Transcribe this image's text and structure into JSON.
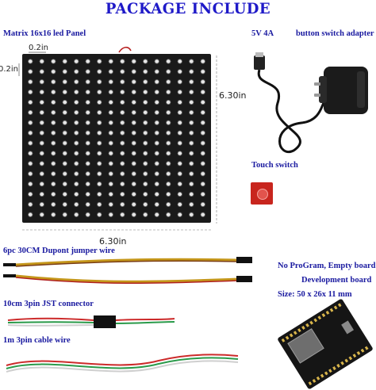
{
  "title": "PACKAGE INCLUDE",
  "labels": {
    "panel": "Matrix 16x16 led Panel",
    "adapter_voltage": "5V 4A",
    "adapter": "button switch adapter",
    "touch": "Touch switch",
    "jumper": "6pc  30CM  Dupont jumper wire",
    "board_line1": "No ProGram, Empty board",
    "board_line2": "Development board",
    "board_size": "Size: 50 x 26x 11 mm",
    "jst": "10cm 3pin JST connector",
    "cable": "1m 3pin cable wire"
  },
  "dimensions": {
    "pitch_h": "0.2in",
    "pitch_v": "0.2in",
    "height": "6.30in",
    "width": "6.30in"
  },
  "colors": {
    "title": "#1f1ac8",
    "label": "#1a1aa0",
    "touch_pad": "#c8251e"
  },
  "icons": [
    "led-matrix-panel",
    "power-adapter",
    "touch-switch-module",
    "dupont-jumper-wires",
    "jst-connector-cable",
    "3pin-cable-wire",
    "development-board"
  ]
}
